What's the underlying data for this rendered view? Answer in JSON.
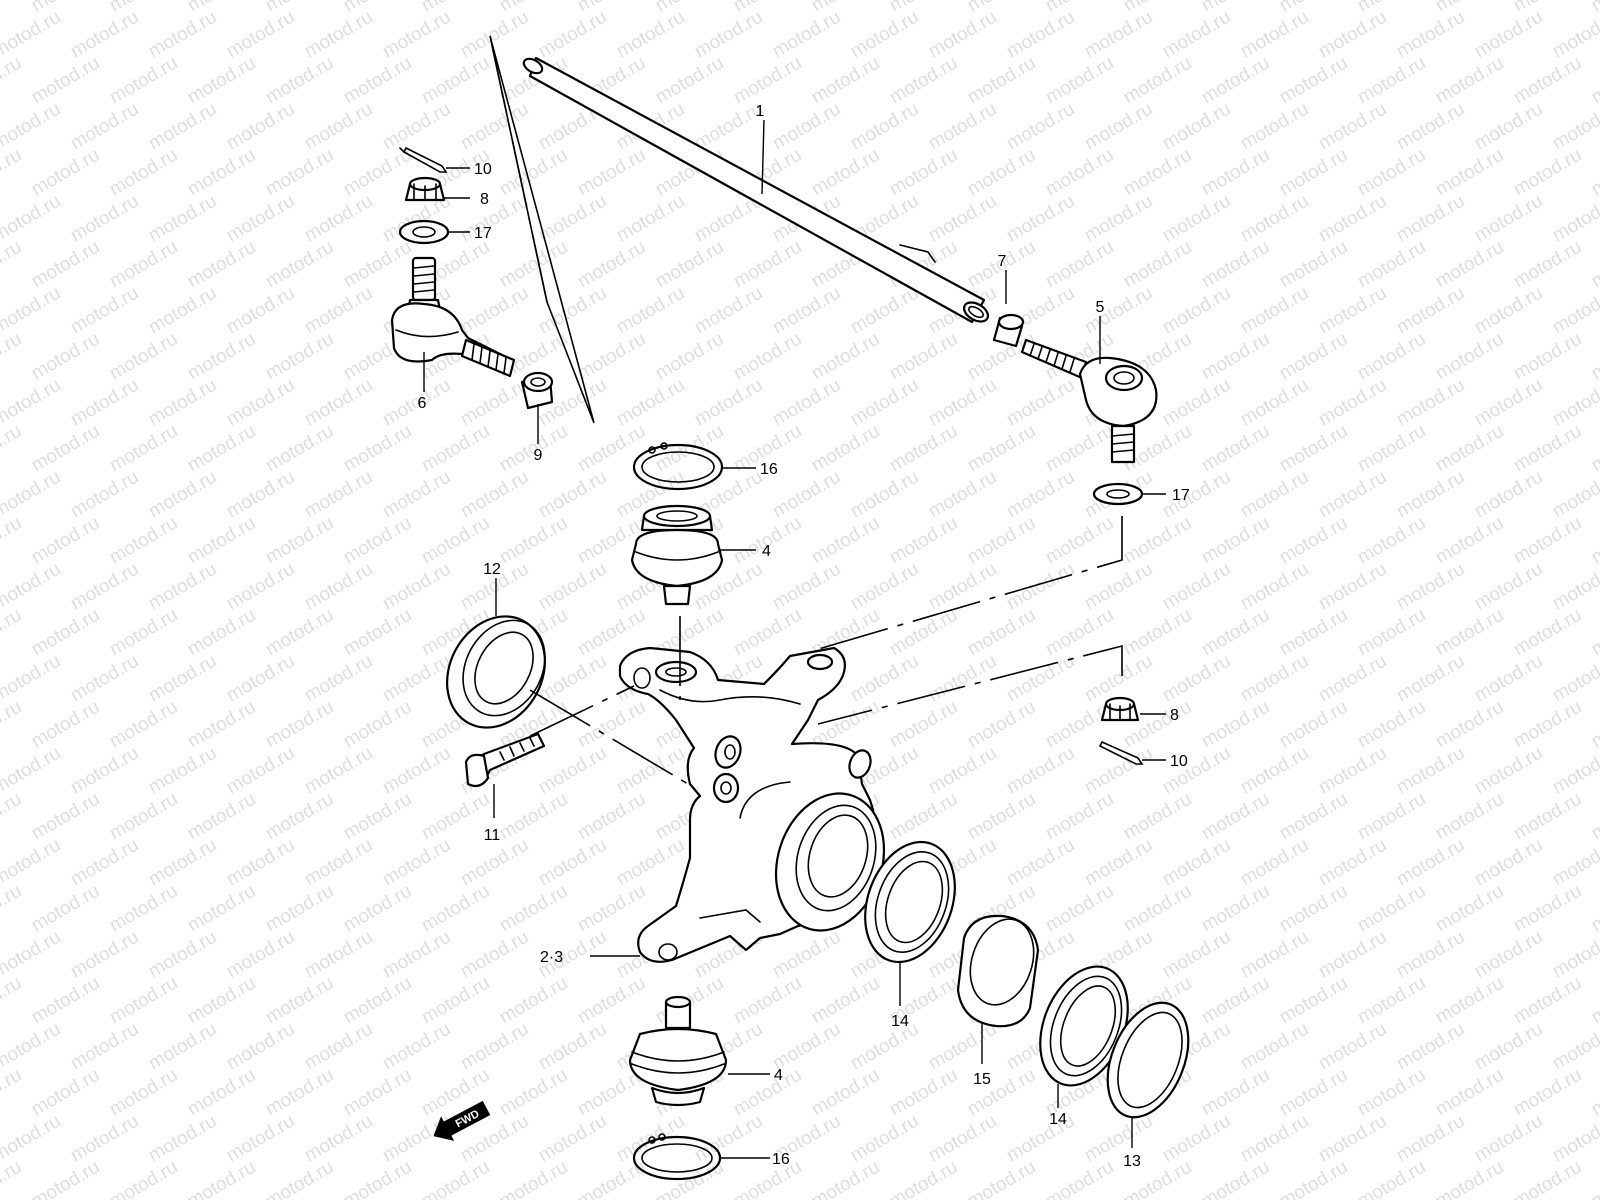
{
  "watermark": "motod.ru",
  "callouts": {
    "c1": "1",
    "c23": "2·3",
    "c4a": "4",
    "c4b": "4",
    "c5": "5",
    "c6": "6",
    "c7": "7",
    "c8a": "8",
    "c8b": "8",
    "c9": "9",
    "c10a": "10",
    "c10b": "10",
    "c11": "11",
    "c12": "12",
    "c13": "13",
    "c14a": "14",
    "c14b": "14",
    "c15": "15",
    "c16a": "16",
    "c16b": "16",
    "c17a": "17",
    "c17b": "17"
  },
  "fwd_label": "FWD"
}
